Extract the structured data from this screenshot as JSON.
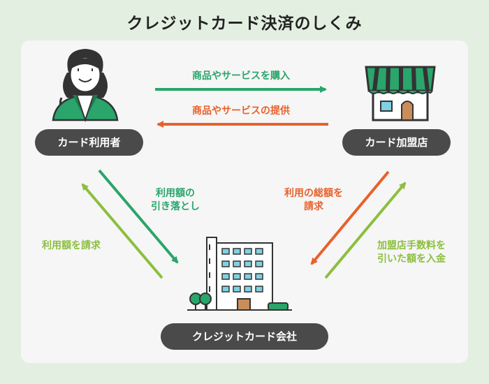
{
  "title": "クレジットカード決済のしくみ",
  "nodes": {
    "user": "カード利用者",
    "merchant": "カード加盟店",
    "company": "クレジットカード会社"
  },
  "flows": {
    "purchase": "商品やサービスを購入",
    "provide": "商品やサービスの提供",
    "debit_line1": "利用額の",
    "debit_line2": "引き落とし",
    "bill_user": "利用額を請求",
    "bill_total_line1": "利用の総額を",
    "bill_total_line2": "請求",
    "pay_line1": "加盟店手数料を",
    "pay_line2": "引いた額を入金"
  },
  "colors": {
    "dark_green": "#2aa56b",
    "orange": "#e8612b",
    "light_green": "#8cbf3e",
    "pill": "#4a4a4a",
    "background": "#e3efe0"
  }
}
